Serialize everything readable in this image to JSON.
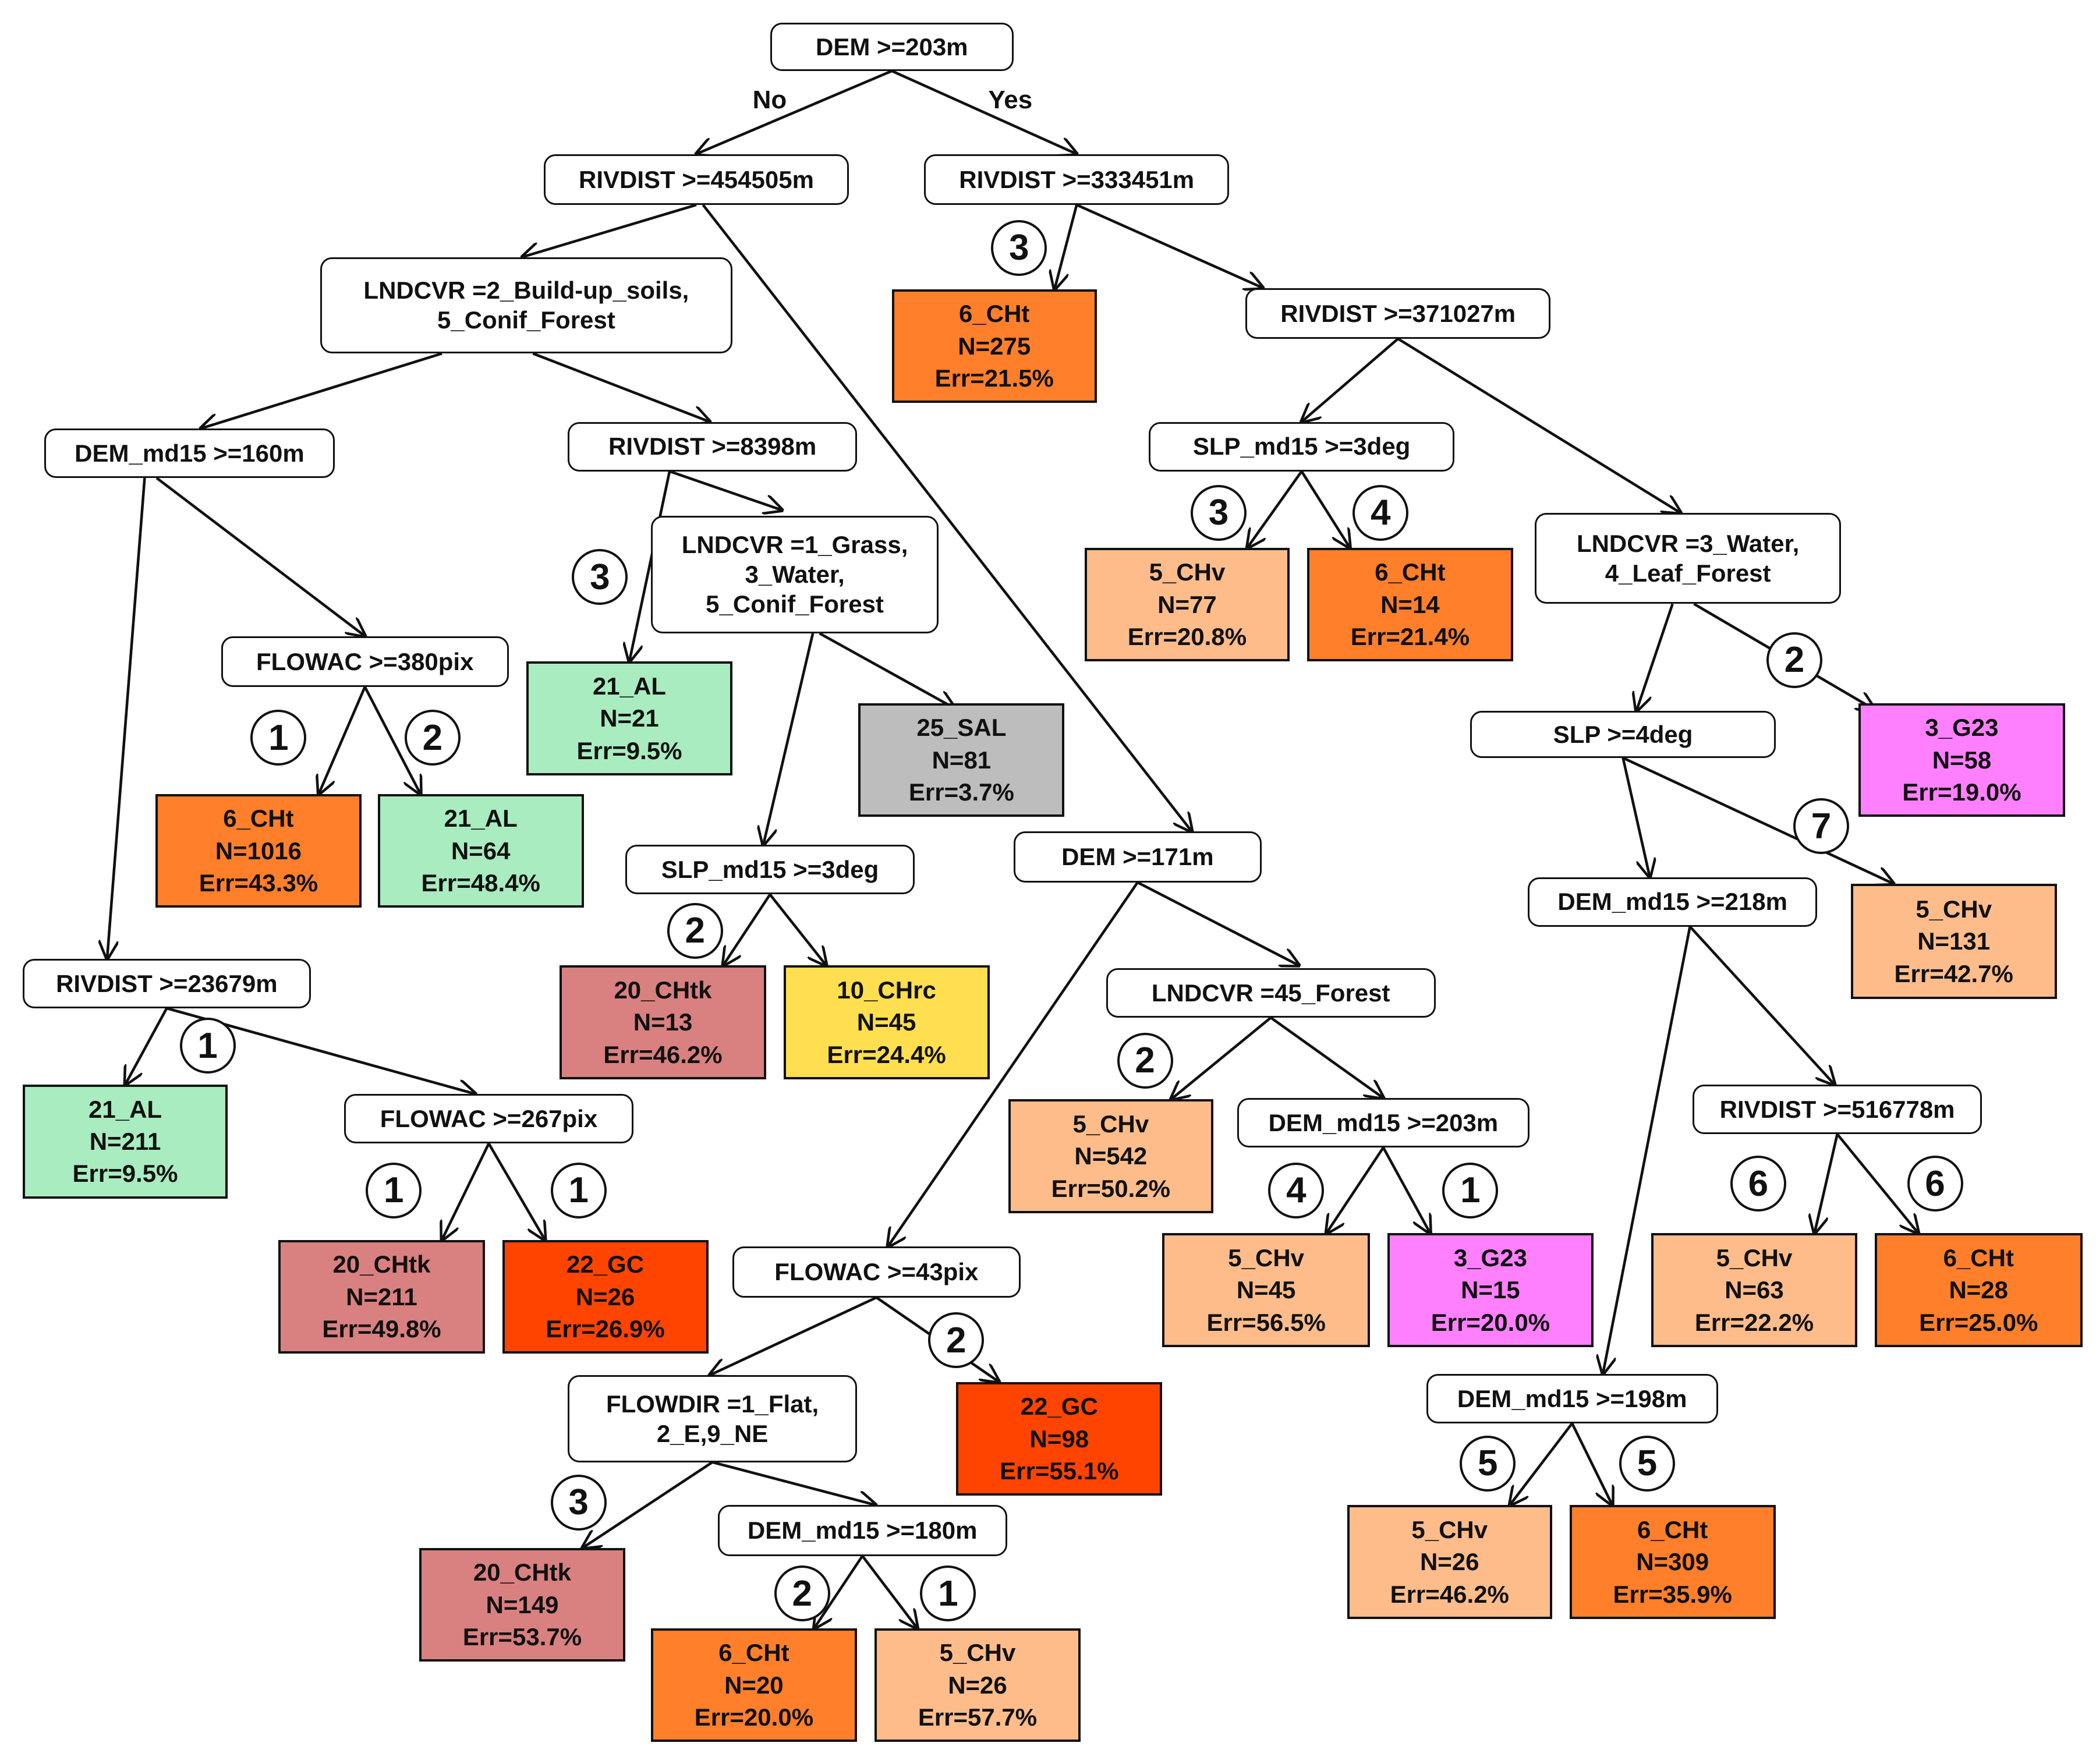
{
  "colors": {
    "orange": "#ff7f2a",
    "light_orange": "#fdbc8a",
    "green": "#a8ecc0",
    "red": "#ff4400",
    "rose": "#d98080",
    "yellow": "#ffdf4f",
    "gray": "#bdbdbd",
    "magenta": "#ff80ff"
  },
  "branch_labels": {
    "no": "No",
    "yes": "Yes"
  },
  "splits": {
    "root": [
      "DEM >=203m"
    ],
    "n_riv454505": [
      "RIVDIST >=454505m"
    ],
    "n_riv333451": [
      "RIVDIST >=333451m"
    ],
    "n_lnd2": [
      "LNDCVR =2_Build-up_soils,",
      "5_Conif_Forest"
    ],
    "n_riv371027": [
      "RIVDIST >=371027m"
    ],
    "n_dem160": [
      "DEM_md15  >=160m"
    ],
    "n_riv8398": [
      "RIVDIST >=8398m"
    ],
    "n_slpmd3a": [
      "SLP_md15 >=3deg"
    ],
    "n_lnd1": [
      "LNDCVR =1_Grass,",
      "3_Water,",
      "5_Conif_Forest"
    ],
    "n_lnd3": [
      "LNDCVR =3_Water,",
      "4_Leaf_Forest"
    ],
    "n_flow380": [
      "FLOWAC >=380pix"
    ],
    "n_slp4": [
      "SLP >=4deg"
    ],
    "n_dem171": [
      "DEM >=171m"
    ],
    "n_slpmd3b": [
      "SLP_md15 >=3deg"
    ],
    "n_dem218": [
      "DEM_md15  >=218m"
    ],
    "n_riv23679": [
      "RIVDIST >=23679m"
    ],
    "n_lnd45": [
      "LNDCVR =45_Forest"
    ],
    "n_flow267": [
      "FLOWAC >=267pix"
    ],
    "n_dem203": [
      "DEM_md15  >=203m"
    ],
    "n_riv516778": [
      "RIVDIST >=516778m"
    ],
    "n_flow43": [
      "FLOWAC >=43pix"
    ],
    "n_flowdir": [
      "FLOWDIR =1_Flat,",
      "2_E,9_NE"
    ],
    "n_dem198": [
      "DEM_md15  >=198m"
    ],
    "n_dem180": [
      "DEM_md15  >=180m"
    ]
  },
  "leaves": {
    "l_6cht_275": {
      "label": "6_CHt",
      "n": "N=275",
      "err": "Err=21.5%",
      "color": "orange"
    },
    "l_5chv_77": {
      "label": "5_CHv",
      "n": "N=77",
      "err": "Err=20.8%",
      "color": "light_orange"
    },
    "l_6cht_14": {
      "label": "6_CHt",
      "n": "N=14",
      "err": "Err=21.4%",
      "color": "orange"
    },
    "l_21al_21": {
      "label": "21_AL",
      "n": "N=21",
      "err": "Err=9.5%",
      "color": "green"
    },
    "l_25sal_81": {
      "label": "25_SAL",
      "n": "N=81",
      "err": "Err=3.7%",
      "color": "gray"
    },
    "l_3g23_58": {
      "label": "3_G23",
      "n": "N=58",
      "err": "Err=19.0%",
      "color": "magenta"
    },
    "l_6cht_1016": {
      "label": "6_CHt",
      "n": "N=1016",
      "err": "Err=43.3%",
      "color": "orange"
    },
    "l_21al_64": {
      "label": "21_AL",
      "n": "N=64",
      "err": "Err=48.4%",
      "color": "green"
    },
    "l_5chv_131": {
      "label": "5_CHv",
      "n": "N=131",
      "err": "Err=42.7%",
      "color": "light_orange"
    },
    "l_20chtk_13": {
      "label": "20_CHtk",
      "n": "N=13",
      "err": "Err=46.2%",
      "color": "rose"
    },
    "l_10chrc_45": {
      "label": "10_CHrc",
      "n": "N=45",
      "err": "Err=24.4%",
      "color": "yellow"
    },
    "l_21al_211": {
      "label": "21_AL",
      "n": "N=211",
      "err": "Err=9.5%",
      "color": "green"
    },
    "l_5chv_542": {
      "label": "5_CHv",
      "n": "N=542",
      "err": "Err=50.2%",
      "color": "light_orange"
    },
    "l_20chtk_211": {
      "label": "20_CHtk",
      "n": "N=211",
      "err": "Err=49.8%",
      "color": "rose"
    },
    "l_22gc_26": {
      "label": "22_GC",
      "n": "N=26",
      "err": "Err=26.9%",
      "color": "red"
    },
    "l_5chv_45": {
      "label": "5_CHv",
      "n": "N=45",
      "err": "Err=56.5%",
      "color": "light_orange"
    },
    "l_3g23_15": {
      "label": "3_G23",
      "n": "N=15",
      "err": "Err=20.0%",
      "color": "magenta"
    },
    "l_5chv_63": {
      "label": "5_CHv",
      "n": "N=63",
      "err": "Err=22.2%",
      "color": "light_orange"
    },
    "l_6cht_28": {
      "label": "6_CHt",
      "n": "N=28",
      "err": "Err=25.0%",
      "color": "orange"
    },
    "l_22gc_98": {
      "label": "22_GC",
      "n": "N=98",
      "err": "Err=55.1%",
      "color": "red"
    },
    "l_5chv_26a": {
      "label": "5_CHv",
      "n": "N=26",
      "err": "Err=46.2%",
      "color": "light_orange"
    },
    "l_6cht_309": {
      "label": "6_CHt",
      "n": "N=309",
      "err": "Err=35.9%",
      "color": "orange"
    },
    "l_20chtk_149": {
      "label": "20_CHtk",
      "n": "N=149",
      "err": "Err=53.7%",
      "color": "rose"
    },
    "l_6cht_20": {
      "label": "6_CHt",
      "n": "N=20",
      "err": "Err=20.0%",
      "color": "orange"
    },
    "l_5chv_26b": {
      "label": "5_CHv",
      "n": "N=26",
      "err": "Err=57.7%",
      "color": "light_orange"
    }
  },
  "edges": [
    {
      "from": "root",
      "to": "n_riv454505",
      "branch": "no"
    },
    {
      "from": "root",
      "to": "n_riv333451",
      "branch": "yes"
    },
    {
      "from": "n_riv454505",
      "to": "n_lnd2"
    },
    {
      "from": "n_riv454505",
      "to": "n_dem171"
    },
    {
      "from": "n_riv333451",
      "to": "l_6cht_275",
      "badge": "3"
    },
    {
      "from": "n_riv333451",
      "to": "n_riv371027"
    },
    {
      "from": "n_lnd2",
      "to": "n_dem160"
    },
    {
      "from": "n_lnd2",
      "to": "n_riv8398"
    },
    {
      "from": "n_riv371027",
      "to": "n_slpmd3a"
    },
    {
      "from": "n_riv371027",
      "to": "n_lnd3"
    },
    {
      "from": "n_slpmd3a",
      "to": "l_5chv_77",
      "badge": "3"
    },
    {
      "from": "n_slpmd3a",
      "to": "l_6cht_14",
      "badge": "4"
    },
    {
      "from": "n_dem160",
      "to": "n_flow380"
    },
    {
      "from": "n_dem160",
      "to": "n_riv23679"
    },
    {
      "from": "n_riv8398",
      "to": "l_21al_21",
      "badge": "3"
    },
    {
      "from": "n_riv8398",
      "to": "n_lnd1"
    },
    {
      "from": "n_lnd1",
      "to": "l_25sal_81"
    },
    {
      "from": "n_lnd1",
      "to": "n_slpmd3b"
    },
    {
      "from": "n_lnd3",
      "to": "n_slp4"
    },
    {
      "from": "n_lnd3",
      "to": "l_3g23_58",
      "badge": "2"
    },
    {
      "from": "n_flow380",
      "to": "l_6cht_1016",
      "badge": "1"
    },
    {
      "from": "n_flow380",
      "to": "l_21al_64",
      "badge": "2"
    },
    {
      "from": "n_slp4",
      "to": "n_dem218"
    },
    {
      "from": "n_slp4",
      "to": "l_5chv_131",
      "badge": "7"
    },
    {
      "from": "n_slpmd3b",
      "to": "l_20chtk_13",
      "badge": "2"
    },
    {
      "from": "n_slpmd3b",
      "to": "l_10chrc_45"
    },
    {
      "from": "n_riv23679",
      "to": "l_21al_211",
      "badge": "1"
    },
    {
      "from": "n_riv23679",
      "to": "n_flow267"
    },
    {
      "from": "n_dem171",
      "to": "n_flow43"
    },
    {
      "from": "n_dem171",
      "to": "n_lnd45"
    },
    {
      "from": "n_dem218",
      "to": "n_dem198"
    },
    {
      "from": "n_dem218",
      "to": "n_riv516778"
    },
    {
      "from": "n_lnd45",
      "to": "l_5chv_542",
      "badge": "2"
    },
    {
      "from": "n_lnd45",
      "to": "n_dem203"
    },
    {
      "from": "n_flow267",
      "to": "l_20chtk_211",
      "badge": "1"
    },
    {
      "from": "n_flow267",
      "to": "l_22gc_26",
      "badge": "1"
    },
    {
      "from": "n_dem203",
      "to": "l_5chv_45",
      "badge": "4"
    },
    {
      "from": "n_dem203",
      "to": "l_3g23_15",
      "badge": "1"
    },
    {
      "from": "n_riv516778",
      "to": "l_5chv_63",
      "badge": "6"
    },
    {
      "from": "n_riv516778",
      "to": "l_6cht_28",
      "badge": "6"
    },
    {
      "from": "n_flow43",
      "to": "n_flowdir"
    },
    {
      "from": "n_flow43",
      "to": "l_22gc_98",
      "badge": "2"
    },
    {
      "from": "n_dem198",
      "to": "l_5chv_26a",
      "badge": "5"
    },
    {
      "from": "n_dem198",
      "to": "l_6cht_309",
      "badge": "5"
    },
    {
      "from": "n_flowdir",
      "to": "l_20chtk_149",
      "badge": "3"
    },
    {
      "from": "n_flowdir",
      "to": "n_dem180"
    },
    {
      "from": "n_dem180",
      "to": "l_6cht_20",
      "badge": "2"
    },
    {
      "from": "n_dem180",
      "to": "l_5chv_26b",
      "badge": "1"
    }
  ]
}
